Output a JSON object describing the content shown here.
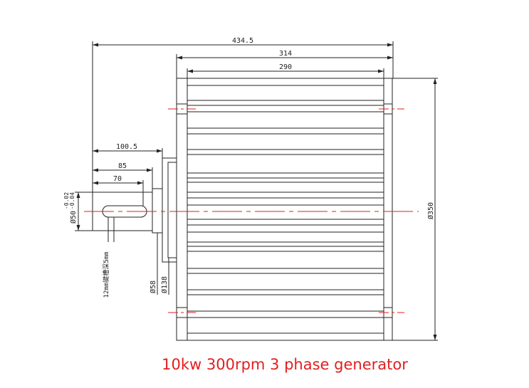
{
  "dimensions": {
    "overall_length": "434.5",
    "housing_length": "314",
    "fin_length": "290",
    "shaft_to_flange": "100.5",
    "shaft_length_85": "85",
    "shaft_length_70": "70",
    "outer_diameter": "Ø350",
    "shaft_diameter": "Ø50",
    "shaft_tol_upper": "-0.02",
    "shaft_tol_lower": "-0.04",
    "shoulder_diameter": "Ø58",
    "flange_diameter": "Ø138",
    "keyway_note": "12mm键槽深5mm"
  },
  "caption": "10kw 300rpm 3 phase generator",
  "colors": {
    "line": "#222222",
    "centerline": "#e02020",
    "caption": "#e02020"
  }
}
